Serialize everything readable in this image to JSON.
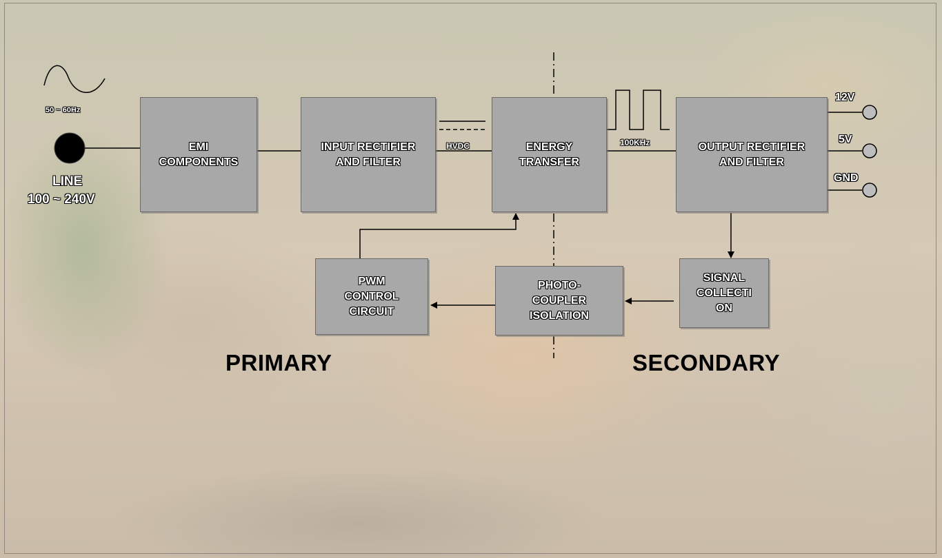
{
  "diagram": {
    "input": {
      "frequency": "50 ~ 60Hz",
      "line_label": "LINE",
      "voltage": "100 ~ 240V"
    },
    "blocks": {
      "emi": "EMI\nCOMPONENTS",
      "input_rectifier": "INPUT RECTIFIER\nAND FILTER",
      "energy_transfer": "ENERGY\nTRANSFER",
      "output_rectifier": "OUTPUT RECTIFIER\nAND FILTER",
      "signal_collection": "SIGNAL\nCOLLECTI\nON",
      "photocoupler": "PHOTO-\nCOUPLER\nISOLATION",
      "pwm": "PWM\nCONTROL\nCIRCUIT"
    },
    "links": {
      "hvdc": "HVDC",
      "switching_freq": "100KHz"
    },
    "outputs": [
      "12V",
      "5V",
      "GND"
    ],
    "sides": {
      "primary": "PRIMARY",
      "secondary": "SECONDARY"
    }
  },
  "colors": {
    "block_fill": "#a8a8a8",
    "line": "#000000",
    "background_photo": "washed-out outdoor photograph"
  }
}
